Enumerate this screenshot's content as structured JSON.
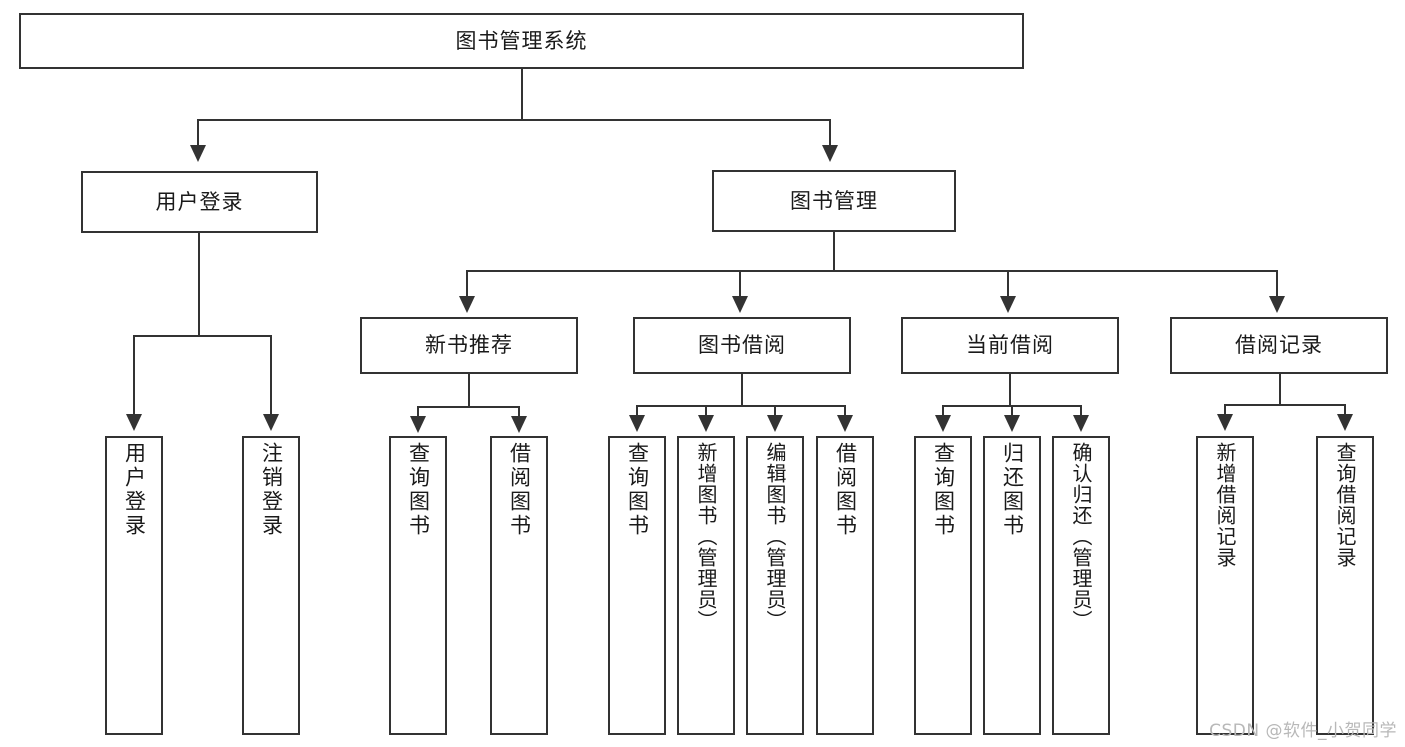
{
  "diagram": {
    "title": "图书管理系统",
    "type": "tree",
    "root": {
      "id": "root",
      "label": "图书管理系统"
    },
    "level1": [
      {
        "id": "user-login",
        "label": "用户登录"
      },
      {
        "id": "book-manage",
        "label": "图书管理"
      }
    ],
    "level2": [
      {
        "id": "new-book-recommend",
        "label": "新书推荐",
        "parent": "book-manage"
      },
      {
        "id": "book-borrow",
        "label": "图书借阅",
        "parent": "book-manage"
      },
      {
        "id": "current-borrow",
        "label": "当前借阅",
        "parent": "book-manage"
      },
      {
        "id": "borrow-record",
        "label": "借阅记录",
        "parent": "book-manage"
      }
    ],
    "leaves": [
      {
        "id": "leaf-user-login",
        "label": "用户登录",
        "parent": "user-login"
      },
      {
        "id": "leaf-logout-login",
        "label": "注销登录",
        "parent": "user-login"
      },
      {
        "id": "leaf-query-book-1",
        "label": "查询图书",
        "parent": "new-book-recommend"
      },
      {
        "id": "leaf-borrow-book-1",
        "label": "借阅图书",
        "parent": "new-book-recommend"
      },
      {
        "id": "leaf-query-book-2",
        "label": "查询图书",
        "parent": "book-borrow"
      },
      {
        "id": "leaf-add-book",
        "label": "新增图书（管理员）",
        "parent": "book-borrow"
      },
      {
        "id": "leaf-edit-book",
        "label": "编辑图书（管理员）",
        "parent": "book-borrow"
      },
      {
        "id": "leaf-borrow-book-2",
        "label": "借阅图书",
        "parent": "book-borrow"
      },
      {
        "id": "leaf-query-book-3",
        "label": "查询图书",
        "parent": "current-borrow"
      },
      {
        "id": "leaf-return-book",
        "label": "归还图书",
        "parent": "current-borrow"
      },
      {
        "id": "leaf-confirm-return",
        "label": "确认归还（管理员）",
        "parent": "current-borrow"
      },
      {
        "id": "leaf-add-record",
        "label": "新增借阅记录",
        "parent": "borrow-record"
      },
      {
        "id": "leaf-query-record",
        "label": "查询借阅记录",
        "parent": "borrow-record"
      }
    ],
    "colors": {
      "stroke": "#333333",
      "fill": "#ffffff",
      "text": "#1a1a1a",
      "watermark": "#b8b8b8"
    }
  },
  "watermark": {
    "text": "CSDN @软件_小贺同学"
  }
}
